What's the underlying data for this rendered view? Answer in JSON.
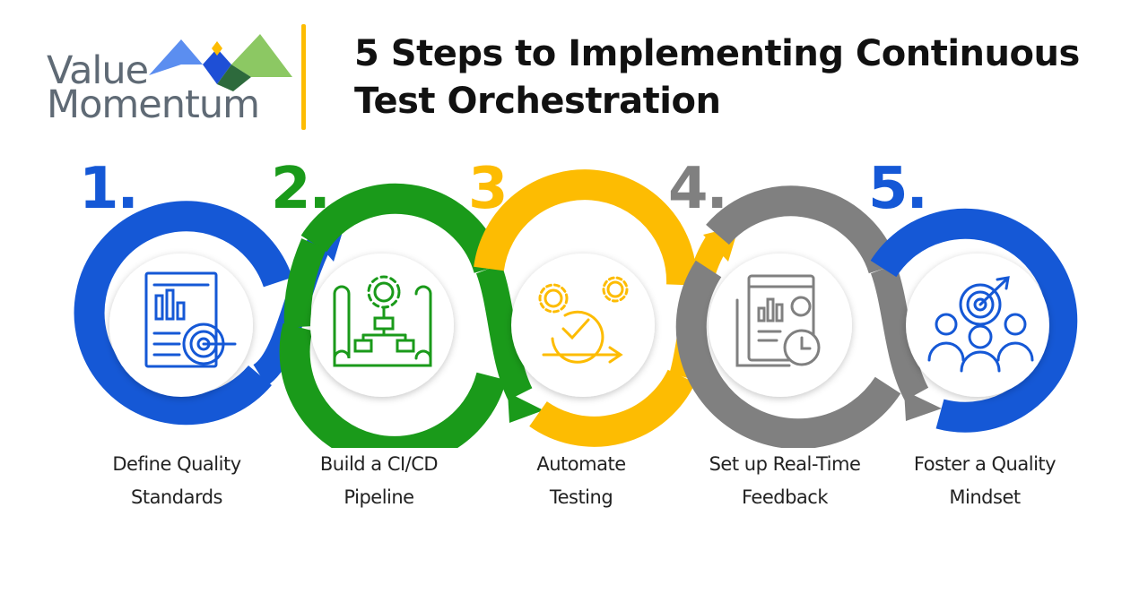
{
  "brand": {
    "name_line1": "Value",
    "name_line2": "Momentum",
    "colors": {
      "blue": "#5b8ef0",
      "green": "#8cc863",
      "dark_blue": "#1e4fd6",
      "gold": "#fdbc02"
    }
  },
  "header": {
    "title": "5 Steps to Implementing Continuous Test Orchestration",
    "accent_color": "#fdbc02"
  },
  "steps": [
    {
      "number": "1.",
      "label": "Define Quality Standards",
      "color": "#1558d6",
      "icon": "report-target-icon"
    },
    {
      "number": "2.",
      "label": "Build a CI/CD Pipeline",
      "color": "#1a9a1a",
      "icon": "pipeline-blueprint-icon"
    },
    {
      "number": "3.",
      "label": "Automate Testing",
      "color": "#fdbc02",
      "icon": "automation-gears-icon"
    },
    {
      "number": "4.",
      "label": "Set up Real-Time Feedback",
      "color": "#808080",
      "icon": "dashboard-clock-icon"
    },
    {
      "number": "5.",
      "label": "Foster a Quality Mindset",
      "color": "#1558d6",
      "icon": "team-target-icon"
    }
  ]
}
